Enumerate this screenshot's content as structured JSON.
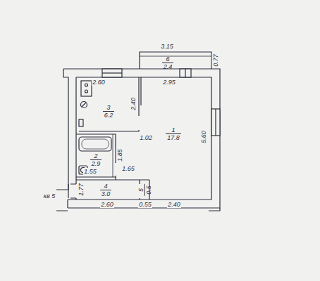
{
  "diagram": {
    "nodes": [
      {
        "text": [
          "6",
          "2.4"
        ]
      },
      {
        "text": [
          "3",
          "6.2"
        ]
      },
      {
        "text": [
          "1",
          "17.8"
        ]
      },
      {
        "text": [
          "2",
          "2.9"
        ]
      },
      {
        "text": [
          "4",
          "3.0"
        ]
      },
      {
        "text": [
          "5",
          "0.5"
        ]
      }
    ],
    "labels": [
      "3.15",
      "0.77",
      "2.60",
      "2.95",
      "2.40",
      "1.02",
      "5.60",
      "1.85",
      "1.55",
      "1.65",
      "1.77",
      "2.60",
      "0.55",
      "2.40",
      "кв 5"
    ]
  }
}
